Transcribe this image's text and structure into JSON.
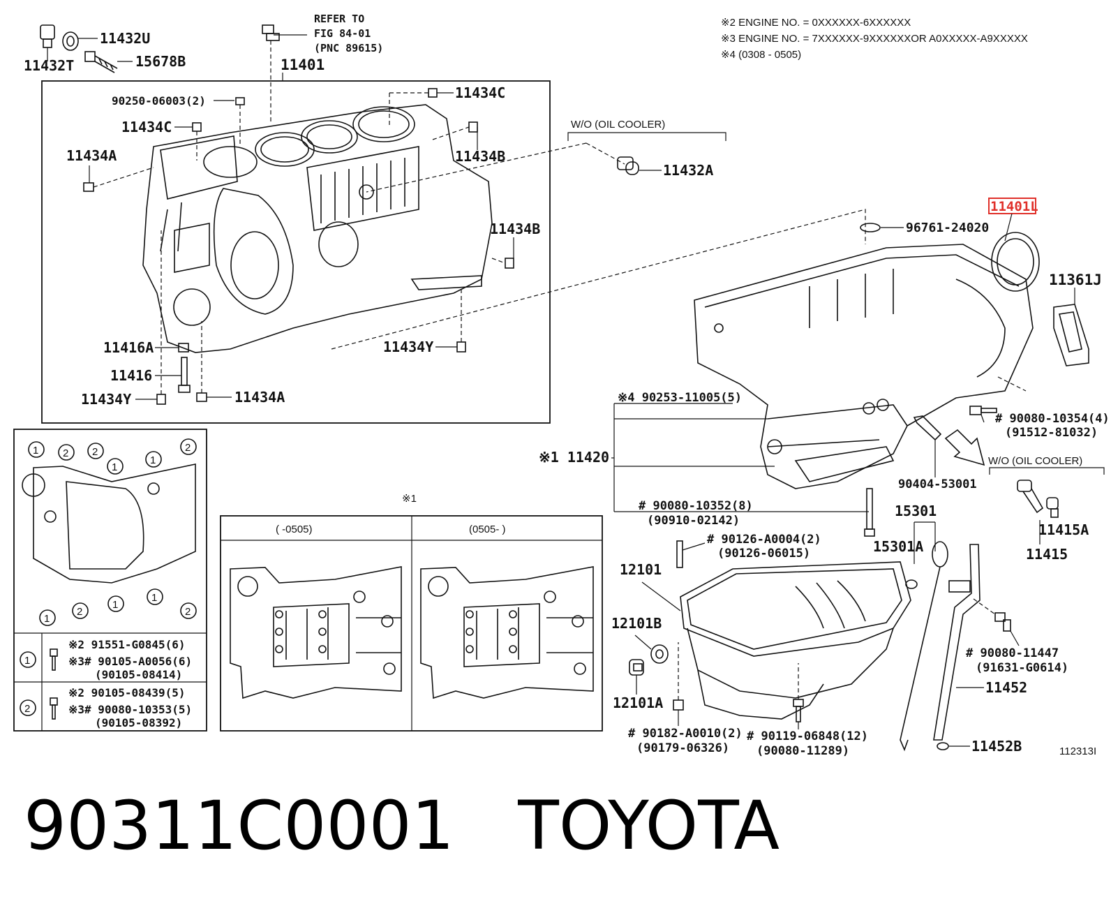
{
  "notes": [
    "※2 ENGINE NO. = 0XXXXXX-6XXXXXX",
    "※3 ENGINE NO. = 7XXXXXX-9XXXXXXOR A0XXXXX-A9XXXXX",
    "※4 (0308 - 0505)"
  ],
  "refer": [
    "REFER TO",
    "FIG 84-01",
    "(PNC 89615)"
  ],
  "wo_oil_cooler": "W/O (OIL COOLER)",
  "highlight_part": "11401L",
  "labels": {
    "p11432U": "11432U",
    "p11432T": "11432T",
    "p15678B": "15678B",
    "p11401": "11401",
    "p90250": "90250-06003(2)",
    "p11434C_top": "11434C",
    "p11434C_left": "11434C",
    "p11434A_top": "11434A",
    "p11434B_top": "11434B",
    "p11434B_mid": "11434B",
    "p11432A": "11432A",
    "p11416A": "11416A",
    "p11416": "11416",
    "p11434Y_left": "11434Y",
    "p11434Y_mid": "11434Y",
    "p11434A_bot": "11434A",
    "p96761": "96761-24020",
    "p11361J": "11361J",
    "p90253": "※4 90253-11005(5)",
    "p11420": "※1 11420",
    "p90080_10354": "# 90080-10354(4)",
    "p91512": "(91512-81032)",
    "p90404": "90404-53001",
    "p90080_10352": "# 90080-10352(8)",
    "p90910": "(90910-02142)",
    "p15301": "15301",
    "p15301A": "15301A",
    "p11415A": "11415A",
    "p11415": "11415",
    "p90126": "# 90126-A0004(2)",
    "p90126b": "(90126-06015)",
    "p12101": "12101",
    "p12101B": "12101B",
    "p12101A": "12101A",
    "p90080_11447": "# 90080-11447",
    "p91631": "(91631-G0614)",
    "p11452": "11452",
    "p11452B": "11452B",
    "p90182": "# 90182-A0010(2)",
    "p90179": "(90179-06326)",
    "p90119": "# 90119-06848(12)",
    "p90080_11289": "(90080-11289)",
    "fig_no": "112313I"
  },
  "bolt_table": {
    "row1": {
      "key": "1",
      "lines": [
        "※2 91551-G0845(6)",
        "※3# 90105-A0056(6)",
        "(90105-08414)"
      ]
    },
    "row2": {
      "key": "2",
      "lines": [
        "※2 90105-08439(5)",
        "※3# 90080-10353(5)",
        "(90105-08392)"
      ]
    }
  },
  "detail": {
    "mark": "※1",
    "left_header": "(      -0505)",
    "right_header": "(0505-        )"
  },
  "footer": {
    "part_number": "90311C0001",
    "brand": "TOYOTA"
  }
}
